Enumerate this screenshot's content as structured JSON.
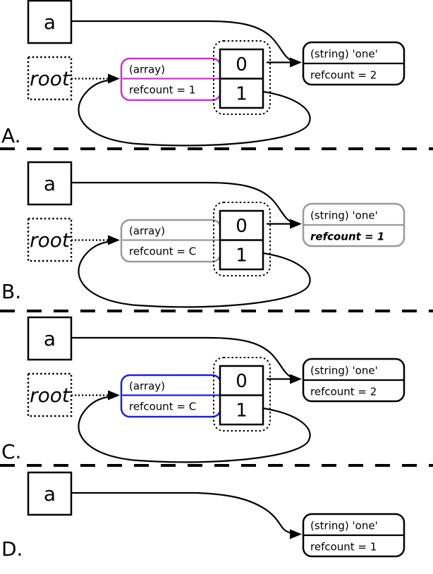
{
  "panels": [
    {
      "label": "A.",
      "var_box": {
        "name": "a"
      },
      "root_box": {
        "name": "root"
      },
      "array_node": {
        "type": "(array)",
        "refcount": "refcount = 1",
        "color": "#CC33CC"
      },
      "cells_node": {
        "cell0": "0",
        "cell1": "1"
      },
      "string_node": {
        "type": "(string) 'one'",
        "refcount": "refcount = 2",
        "color": "#000000",
        "refcount_color": "#000000"
      }
    },
    {
      "label": "B.",
      "var_box": {
        "name": "a"
      },
      "root_box": {
        "name": "root"
      },
      "array_node": {
        "type": "(array)",
        "refcount": "refcount = C",
        "color": "#999999"
      },
      "cells_node": {
        "cell0": "0",
        "cell1": "1"
      },
      "string_node": {
        "type": "(string) 'one'",
        "refcount": "refcount = 1",
        "color": "#999999",
        "refcount_color": "#777777"
      }
    },
    {
      "label": "C.",
      "var_box": {
        "name": "a"
      },
      "root_box": {
        "name": "root"
      },
      "array_node": {
        "type": "(array)",
        "refcount": "refcount = C",
        "color": "#2222CC"
      },
      "cells_node": {
        "cell0": "0",
        "cell1": "1"
      },
      "string_node": {
        "type": "(string) 'one'",
        "refcount": "refcount = 2",
        "color": "#000000",
        "refcount_color": "#000000"
      }
    },
    {
      "label": "D.",
      "var_box": {
        "name": "a"
      },
      "string_node": {
        "type": "(string) 'one'",
        "refcount": "refcount = 1",
        "color": "#000000",
        "refcount_color": "#000000"
      }
    }
  ]
}
